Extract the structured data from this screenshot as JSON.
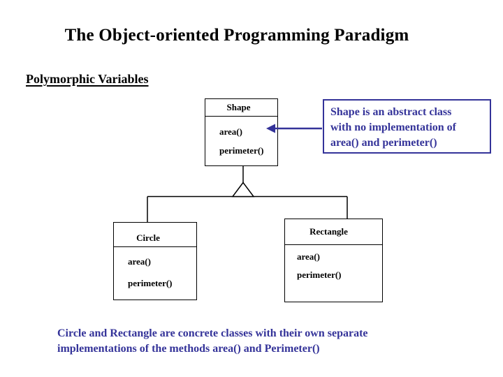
{
  "slide": {
    "title": "The Object-oriented Programming Paradigm",
    "subtitle": "Polymorphic Variables"
  },
  "diagram": {
    "shape_class": {
      "name": "Shape",
      "methods": [
        "area()",
        "perimeter()"
      ]
    },
    "circle_class": {
      "name": "Circle",
      "methods": [
        "area()",
        "perimeter()"
      ]
    },
    "rectangle_class": {
      "name": "Rectangle",
      "methods": [
        "area()",
        "perimeter()"
      ]
    }
  },
  "annotation": {
    "lines": [
      "Shape is an abstract class",
      "with no implementation of",
      "area() and perimeter()"
    ]
  },
  "caption": {
    "lines": [
      "Circle and Rectangle are concrete classes with their own separate",
      "implementations of the methods area() and Perimeter()"
    ]
  },
  "colors": {
    "accent_navy": "#343399",
    "diagram_line": "#000000",
    "background": "#ffffff"
  }
}
